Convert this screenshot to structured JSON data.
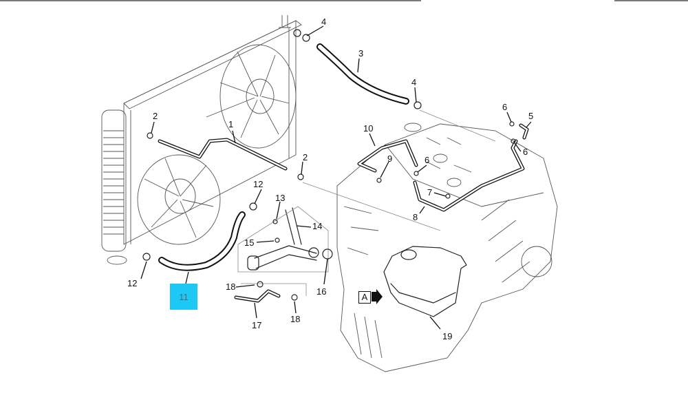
{
  "diagram": {
    "title": "Engine cooling system — radiator, hoses and coolant reservoir (exploded parts view)",
    "highlight_color": "#1ec8f5",
    "highlighted_part": "11",
    "view_reference": "A",
    "callouts": [
      {
        "id": "c1",
        "label": "1",
        "part": "radiator inlet hose (upper)"
      },
      {
        "id": "c2a",
        "label": "2",
        "part": "hose clamp"
      },
      {
        "id": "c2b",
        "label": "2",
        "part": "hose clamp"
      },
      {
        "id": "c3",
        "label": "3",
        "part": "radiator outlet hose"
      },
      {
        "id": "c4a",
        "label": "4",
        "part": "hose clamp"
      },
      {
        "id": "c4b",
        "label": "4",
        "part": "hose clamp"
      },
      {
        "id": "c5",
        "label": "5",
        "part": "vent hose"
      },
      {
        "id": "c6a",
        "label": "6",
        "part": "clamp"
      },
      {
        "id": "c6b",
        "label": "6",
        "part": "clamp"
      },
      {
        "id": "c6c",
        "label": "6",
        "part": "clamp"
      },
      {
        "id": "c7",
        "label": "7",
        "part": "bolt"
      },
      {
        "id": "c8",
        "label": "8",
        "part": "pipe"
      },
      {
        "id": "c9",
        "label": "9",
        "part": "clamp"
      },
      {
        "id": "c10",
        "label": "10",
        "part": "hose"
      },
      {
        "id": "c11",
        "label": "11",
        "part": "radiator lower hose"
      },
      {
        "id": "c12a",
        "label": "12",
        "part": "hose clamp"
      },
      {
        "id": "c12b",
        "label": "12",
        "part": "hose clamp"
      },
      {
        "id": "c13",
        "label": "13",
        "part": "bolt"
      },
      {
        "id": "c14",
        "label": "14",
        "part": "coolant pipe"
      },
      {
        "id": "c15",
        "label": "15",
        "part": "bolt"
      },
      {
        "id": "c16",
        "label": "16",
        "part": "O-ring"
      },
      {
        "id": "c17",
        "label": "17",
        "part": "hose"
      },
      {
        "id": "c18a",
        "label": "18",
        "part": "clamp"
      },
      {
        "id": "c18b",
        "label": "18",
        "part": "clamp"
      },
      {
        "id": "c19",
        "label": "19",
        "part": "coolant reservoir"
      }
    ]
  }
}
